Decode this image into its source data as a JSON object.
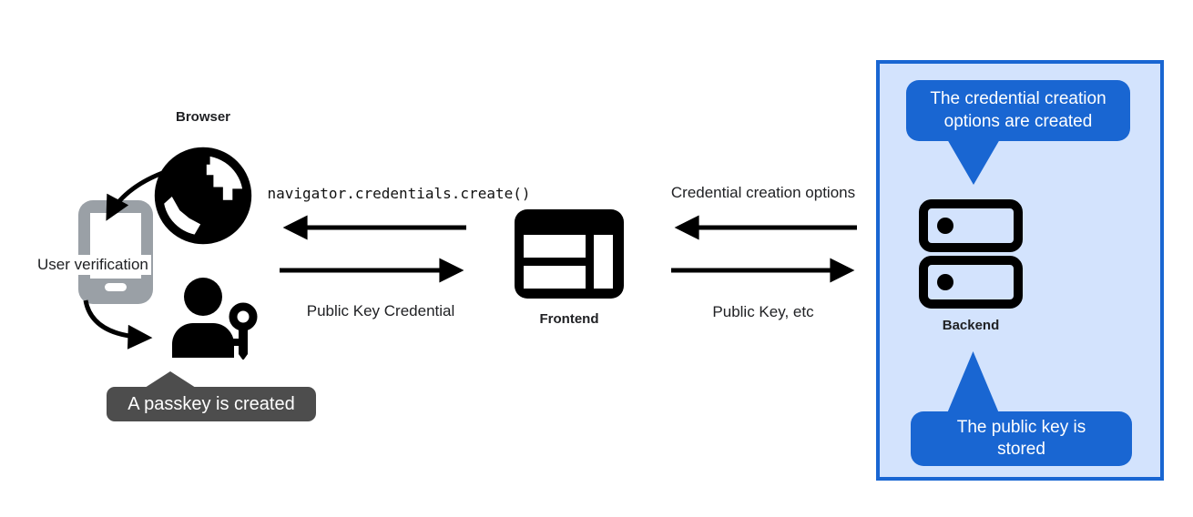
{
  "diagram_title": "Passkey creation flow",
  "colors": {
    "accent_blue": "#1966d2",
    "panel_background": "#d3e3fd",
    "dark_bubble": "#4d4d4d",
    "icon_black": "#000000",
    "phone_gray": "#9aa0a6",
    "background": "#ffffff"
  },
  "browser": {
    "label": "Browser",
    "icon": "globe-icon"
  },
  "authenticator": {
    "label": "User verification",
    "phone_icon": "smartphone-icon",
    "user_icon": "user-key-icon",
    "bubble_text": "A passkey is created"
  },
  "frontend": {
    "label": "Frontend",
    "icon": "browser-window-icon"
  },
  "backend": {
    "label": "Backend",
    "icon": "server-stack-icon",
    "bubble_top": "The credential creation options are created",
    "bubble_bottom": "The public key is stored"
  },
  "messages": {
    "create_call": "navigator.credentials.create()",
    "public_key_credential": "Public Key Credential",
    "credential_creation_options": "Credential creation options",
    "public_key_etc": "Public Key, etc"
  }
}
